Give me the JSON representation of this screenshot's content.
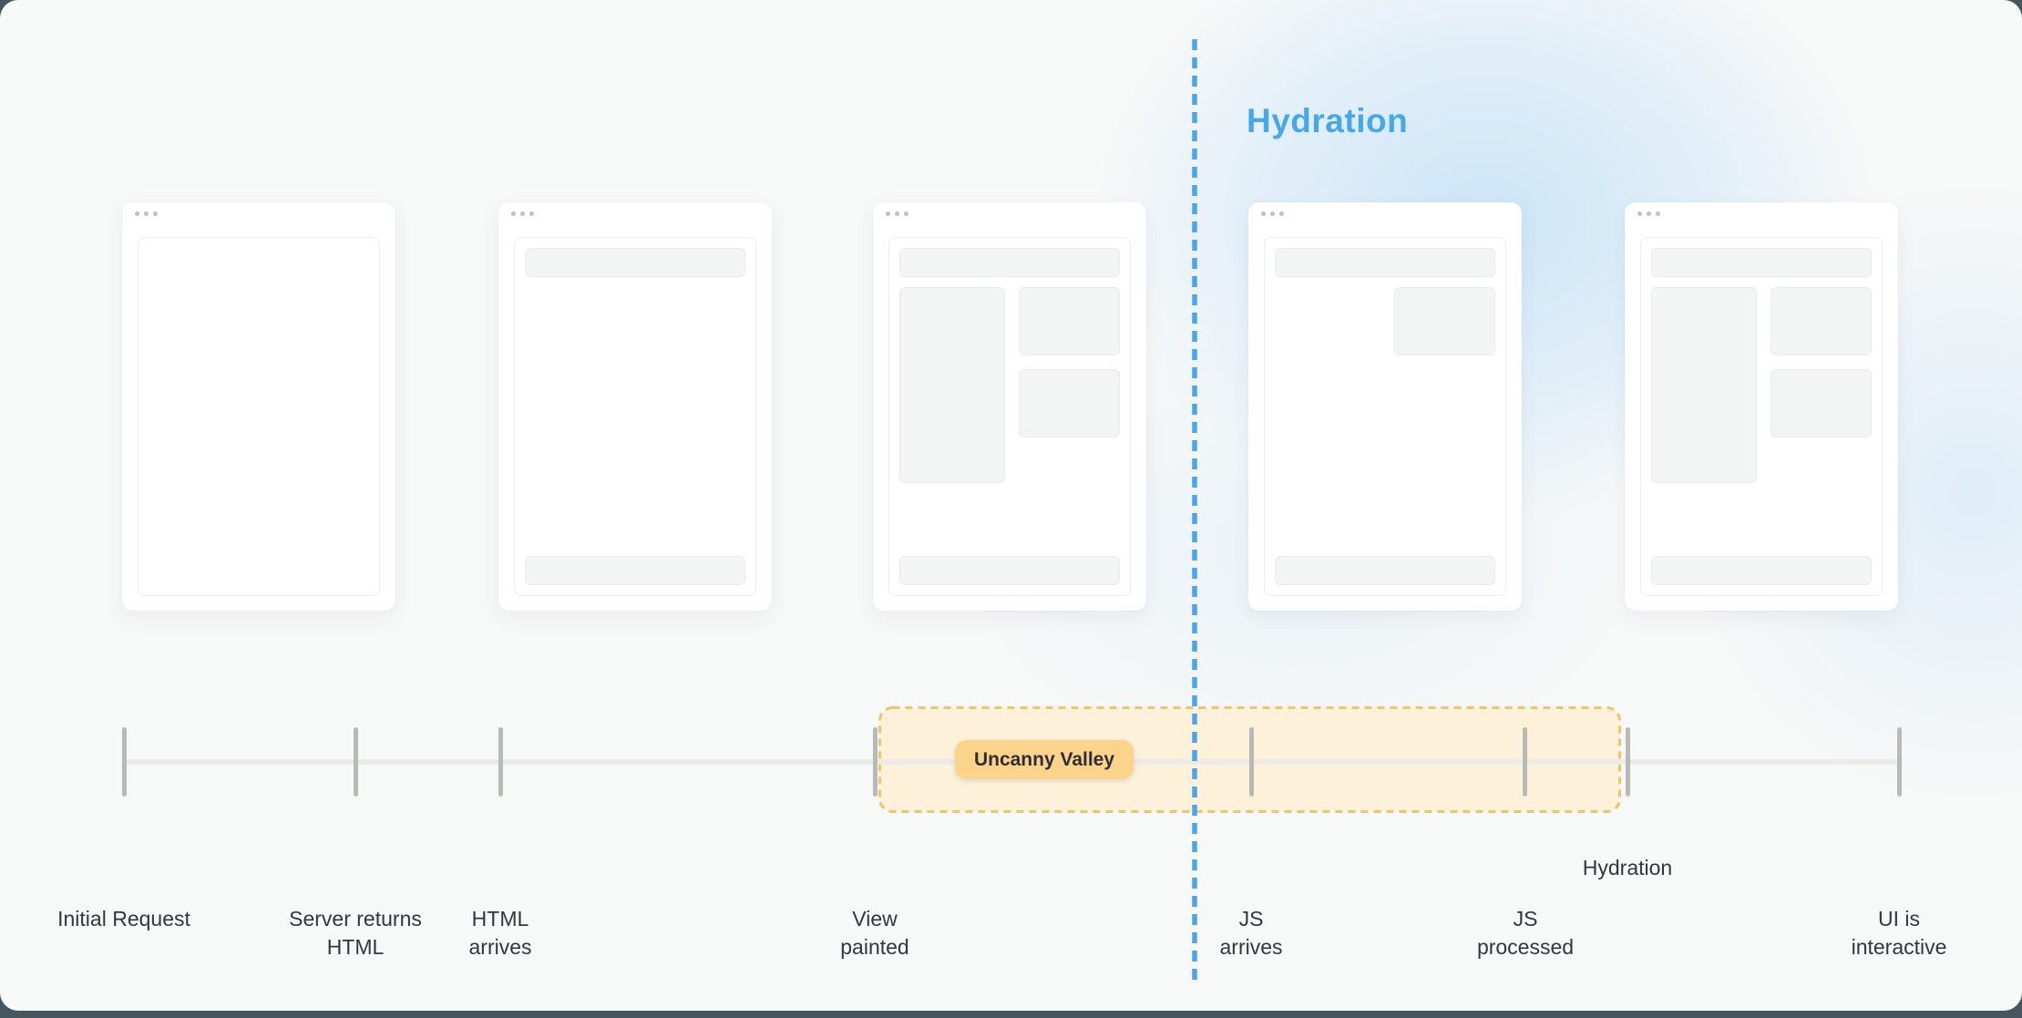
{
  "frame": {
    "background_color": "#46565e",
    "panel_color": "#f7f8f8"
  },
  "hydration_zone": {
    "title": "Hydration",
    "title_color": "#47a7eb",
    "divider_color": "#4aa5ea"
  },
  "uncanny_valley": {
    "badge_label": "Uncanny Valley",
    "badge_bg": "#fbd38a",
    "badge_text_color": "#2e2e38",
    "region_bg": "#fdf1da",
    "region_border_color": "#f0c469"
  },
  "timeline": {
    "line_color": "#ebebe9",
    "tick_color": "#b9b9b6",
    "label_color": "#35353f",
    "milestones": [
      {
        "line1": "Initial Request",
        "line2": ""
      },
      {
        "line1": "Server returns",
        "line2": "HTML"
      },
      {
        "line1": "HTML",
        "line2": "arrives"
      },
      {
        "line1": "View",
        "line2": "painted"
      },
      {
        "line1": "JS",
        "line2": "arrives"
      },
      {
        "line1": "JS",
        "line2": "processed"
      },
      {
        "line1": "Hydration",
        "line2": ""
      },
      {
        "line1": "UI is",
        "line2": "interactive"
      }
    ]
  },
  "browser_windows": [
    {
      "stage": "initial-request",
      "skeleton_blocks": []
    },
    {
      "stage": "server-returns-html",
      "skeleton_blocks": [
        "header",
        "footer"
      ]
    },
    {
      "stage": "view-painted",
      "skeleton_blocks": [
        "header",
        "left-block",
        "right-block-1",
        "right-block-2",
        "footer"
      ]
    },
    {
      "stage": "js-arrives",
      "skeleton_blocks": [
        "header",
        "right-block-1",
        "footer"
      ]
    },
    {
      "stage": "ui-interactive",
      "skeleton_blocks": [
        "header",
        "left-block",
        "right-block-1",
        "right-block-2",
        "footer"
      ]
    }
  ]
}
